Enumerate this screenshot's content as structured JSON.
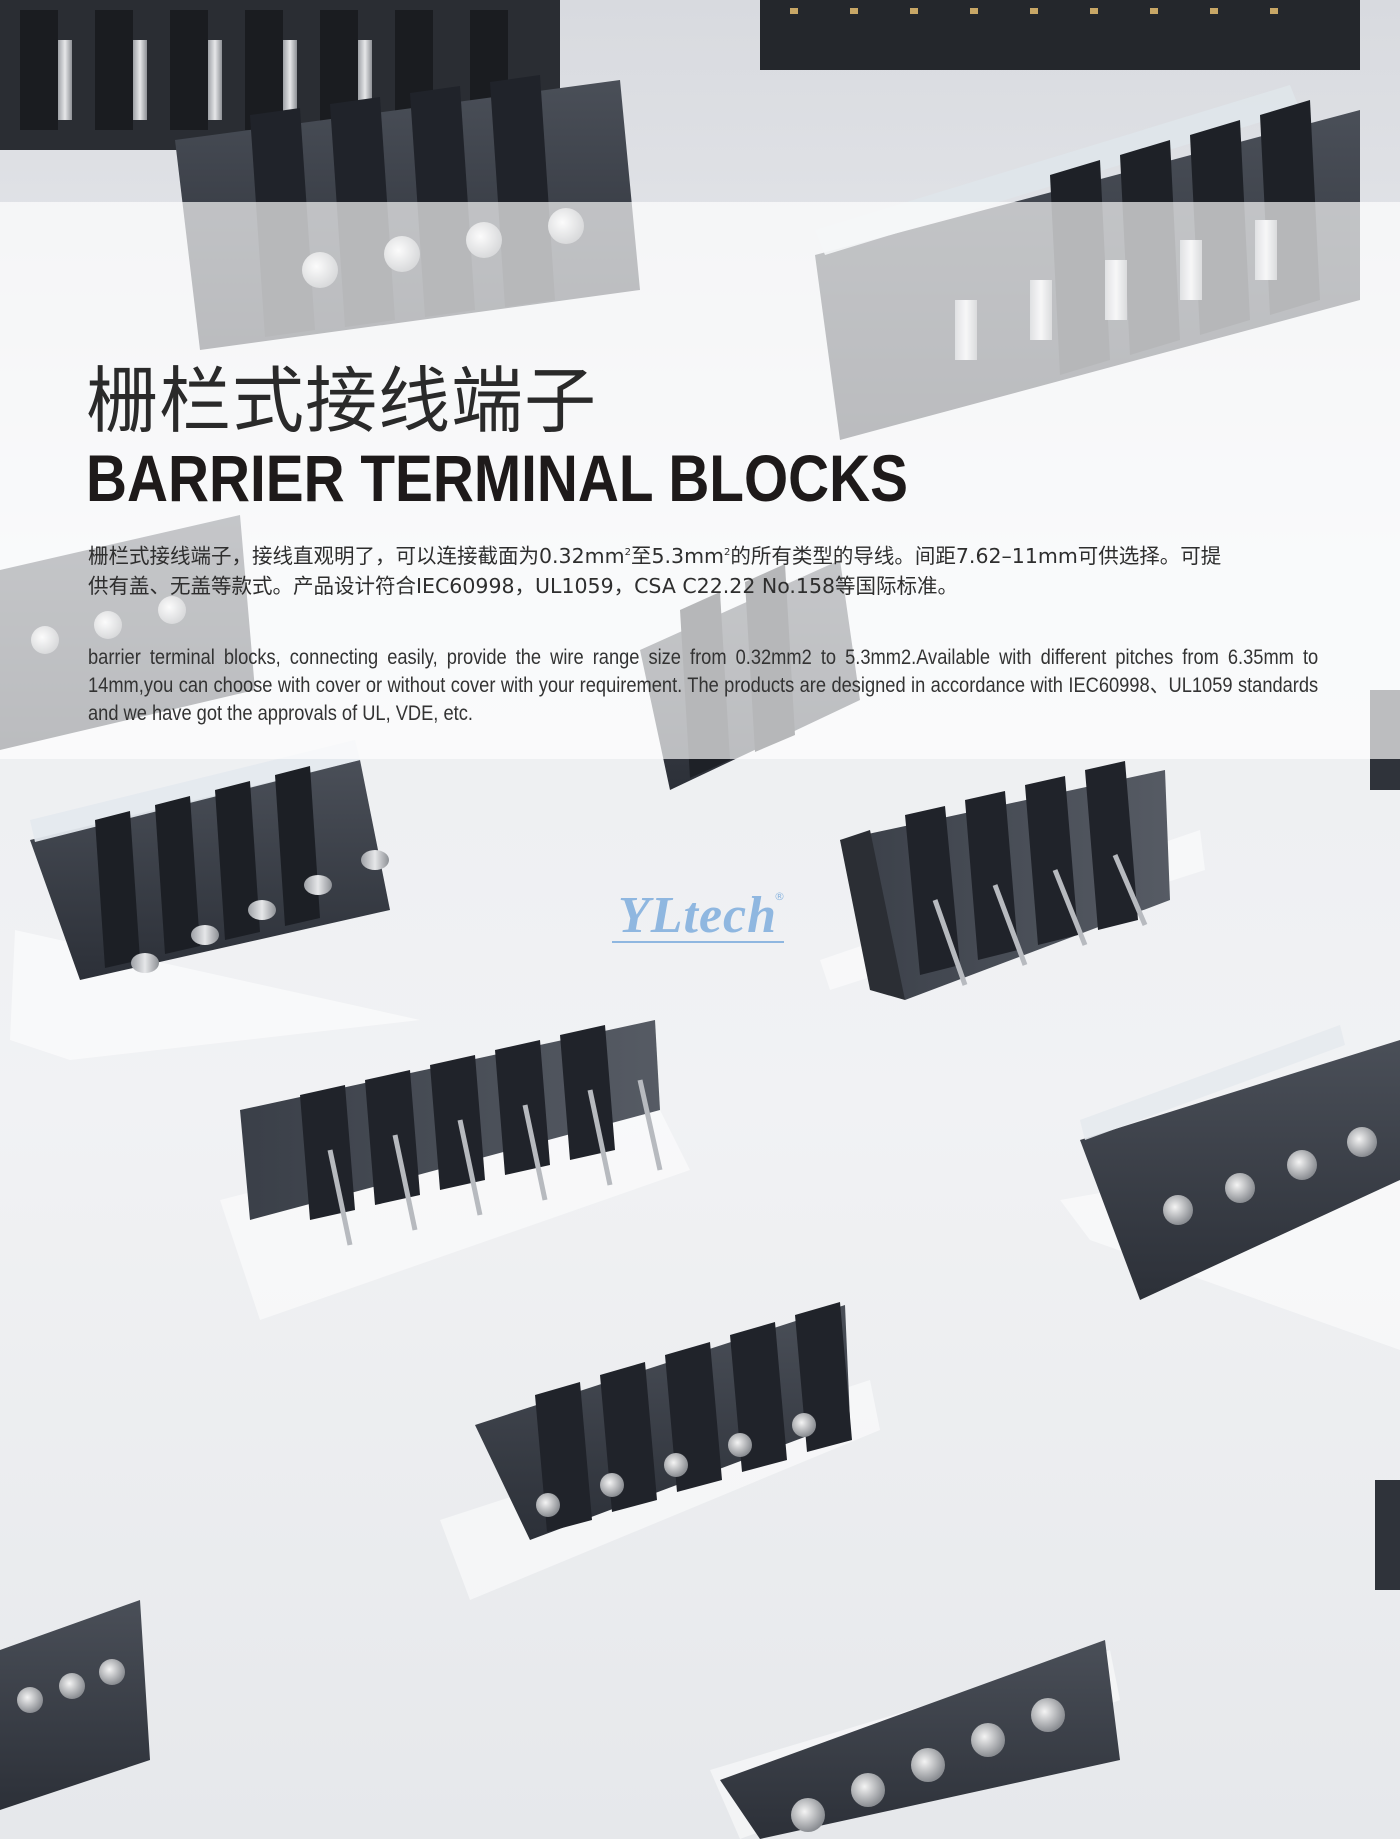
{
  "title_cn": "栅栏式接线端子",
  "title_en": "BARRIER TERMINAL BLOCKS",
  "description_cn_parts": [
    "栅栏式接线端子，接线直观明了，可以连接截面为0.32mm",
    "2",
    "至5.3mm",
    "2",
    "的所有类型的导线。间距7.62–11mm可供选择。可提供有盖、无盖等款式。产品设计符合IEC60998，UL1059，CSA C22.22 No.158等国际标准。"
  ],
  "description_en": "barrier terminal blocks, connecting easily, provide the wire range size from 0.32mm2 to 5.3mm2.Available with different pitches from 6.35mm to 14mm,you can choose with cover or without cover with your requirement. The products are designed in accordance with IEC60998、UL1059 standards and we have got the approvals of UL, VDE, etc.",
  "logo": {
    "text": "YLtech",
    "registered": "®"
  }
}
